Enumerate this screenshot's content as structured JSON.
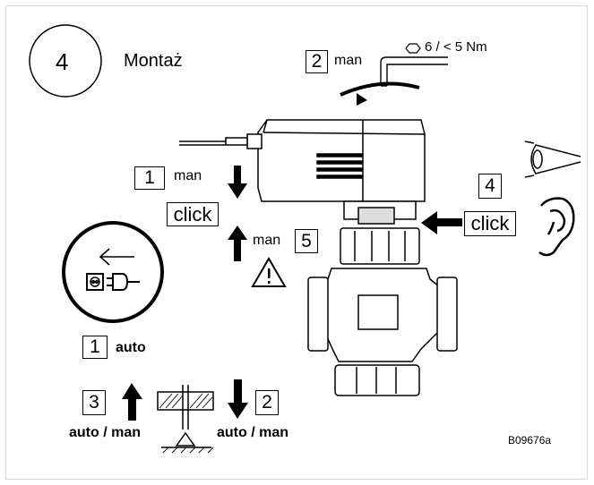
{
  "step": {
    "number": "4",
    "title": "Montaż"
  },
  "torque": {
    "step": "2",
    "mode": "man",
    "spec": "6 / < 5 Nm"
  },
  "actions": {
    "s1_man": {
      "step": "1",
      "mode": "man"
    },
    "click_left": "click",
    "s5_man": {
      "step": "5",
      "mode": "man"
    },
    "s4": {
      "step": "4"
    },
    "click_right": "click"
  },
  "power": {
    "step": "1",
    "mode": "auto"
  },
  "stem": {
    "left": {
      "step": "3",
      "mode": "auto / man"
    },
    "right": {
      "step": "2",
      "mode": "auto / man"
    }
  },
  "reference": "B09676a",
  "icons": [
    "eye-icon",
    "ear-icon",
    "warning-icon",
    "hex-key-icon",
    "plug-icon",
    "socket-icon"
  ]
}
